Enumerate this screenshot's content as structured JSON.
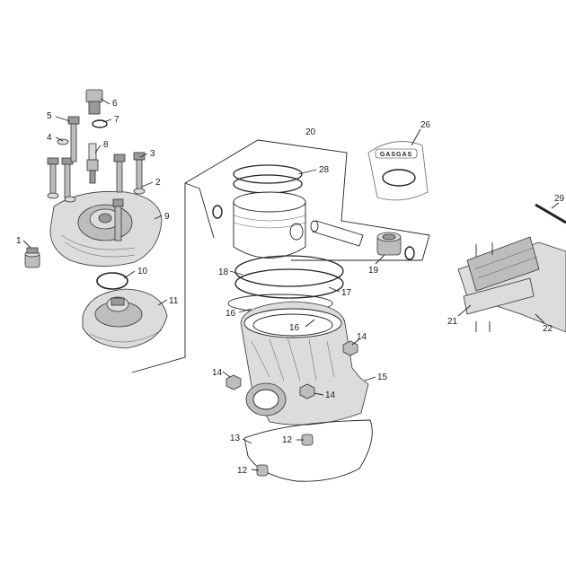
{
  "callouts": {
    "c1": "1",
    "c2": "2",
    "c3": "3",
    "c4": "4",
    "c5": "5",
    "c6": "6",
    "c7": "7",
    "c8": "8",
    "c9": "9",
    "c10": "10",
    "c11": "11",
    "c12a": "12",
    "c12b": "12",
    "c13": "13",
    "c14a": "14",
    "c14b": "14",
    "c14c": "14",
    "c15": "15",
    "c16a": "16",
    "c16b": "16",
    "c17": "17",
    "c18": "18",
    "c19": "19",
    "c20": "20",
    "c21": "21",
    "c22": "22",
    "c26": "26",
    "c28": "28",
    "c29": "29"
  },
  "gasket_kit_logo": "GASGAS"
}
